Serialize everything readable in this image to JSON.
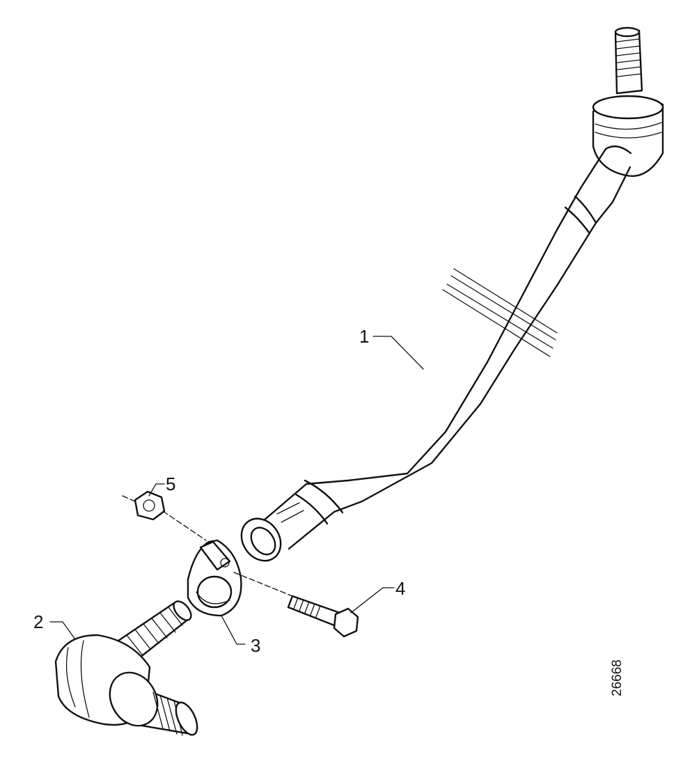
{
  "callouts": [
    {
      "id": "1",
      "text": "1"
    },
    {
      "id": "2",
      "text": "2"
    },
    {
      "id": "3",
      "text": "3"
    },
    {
      "id": "4",
      "text": "4"
    },
    {
      "id": "5",
      "text": "5"
    }
  ],
  "drawing_number": "26668"
}
